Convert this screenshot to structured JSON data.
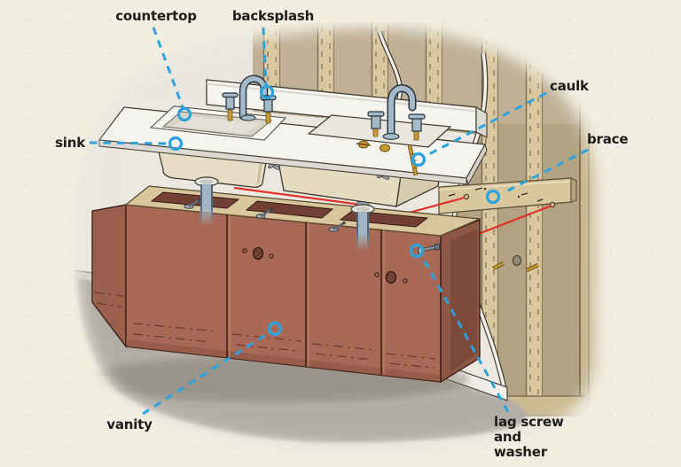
{
  "figure": {
    "description": "Cutaway illustration of a double-sink bathroom vanity installation: vanity cabinet, countertop with backsplash, drop-in sinks, wall brace on exposed studs, with callouts for caulk and lag screw and washer"
  },
  "labels": [
    {
      "id": "countertop",
      "text": "countertop"
    },
    {
      "id": "backsplash",
      "text": "backsplash"
    },
    {
      "id": "sink",
      "text": "sink"
    },
    {
      "id": "caulk",
      "text": "caulk"
    },
    {
      "id": "brace",
      "text": "brace"
    },
    {
      "id": "vanity",
      "text": "vanity"
    },
    {
      "id": "lag-screw-washer",
      "text": "lag screw and washer"
    }
  ],
  "colors": {
    "background": "#F2EFE2",
    "leader_line": "#2BA3DD",
    "chalk_line": "#E23127",
    "label_text": "#1C1C1A",
    "vanity_body": "#A86A57",
    "vanity_frame": "#D8C69C",
    "wall_stud": "#D9C7A0",
    "wall_field": "#BFB095",
    "drywall": "#EBE8E1",
    "sink_body": "#E6DDC4",
    "countertop": "#F4F3EE",
    "faucet": "#A4BAC9",
    "brass": "#C79A33",
    "carpet": "#B2AEA6"
  }
}
